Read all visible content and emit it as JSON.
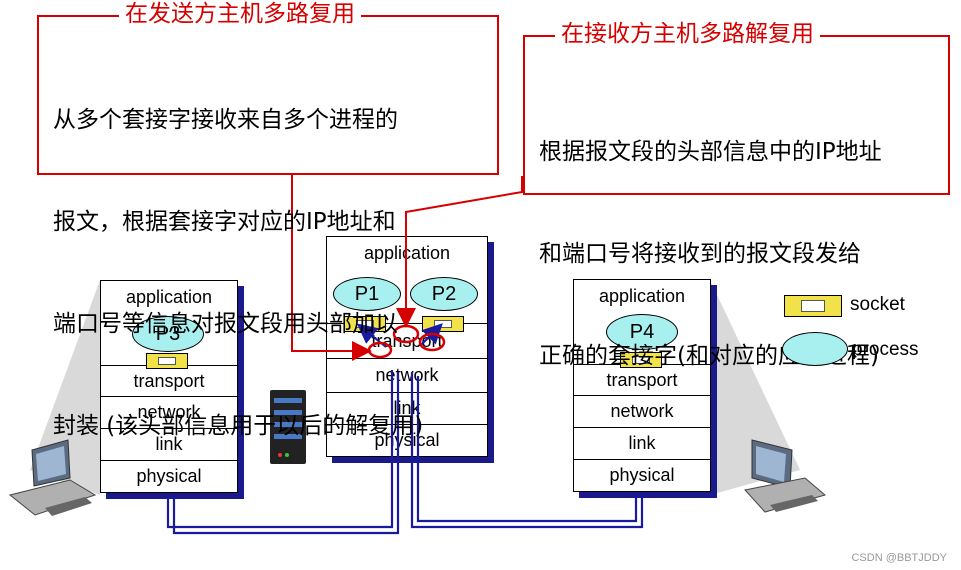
{
  "callouts": {
    "sender": {
      "title": "在发送方主机多路复用",
      "lines": [
        "从多个套接字接收来自多个进程的",
        "报文，根据套接字对应的IP地址和",
        "端口号等信息对报文段用头部加以",
        "封装 (该头部信息用于以后的解复用)"
      ]
    },
    "receiver": {
      "title": "在接收方主机多路解复用",
      "lines": [
        "根据报文段的头部信息中的IP地址",
        "和端口号将接收到的报文段发给",
        "正确的套接字(和对应的应用进程)"
      ]
    }
  },
  "hosts": {
    "left": {
      "layers": [
        "application",
        "transport",
        "network",
        "link",
        "physical"
      ],
      "process": "P3"
    },
    "middle": {
      "layers": [
        "application",
        "transport",
        "network",
        "link",
        "physical"
      ],
      "processes": [
        "P1",
        "P2"
      ]
    },
    "right": {
      "layers": [
        "application",
        "transport",
        "network",
        "link",
        "physical"
      ],
      "process": "P4"
    }
  },
  "legend": {
    "socket": "socket",
    "process": "process"
  },
  "footer": "CSDN @BBTJDDY",
  "colors": {
    "callout": "#d60000",
    "stack_shadow": "#1a1a8c",
    "process_fill": "#a8f0f0",
    "socket_fill": "#f2e24a",
    "link_line": "#1a1aa0"
  }
}
